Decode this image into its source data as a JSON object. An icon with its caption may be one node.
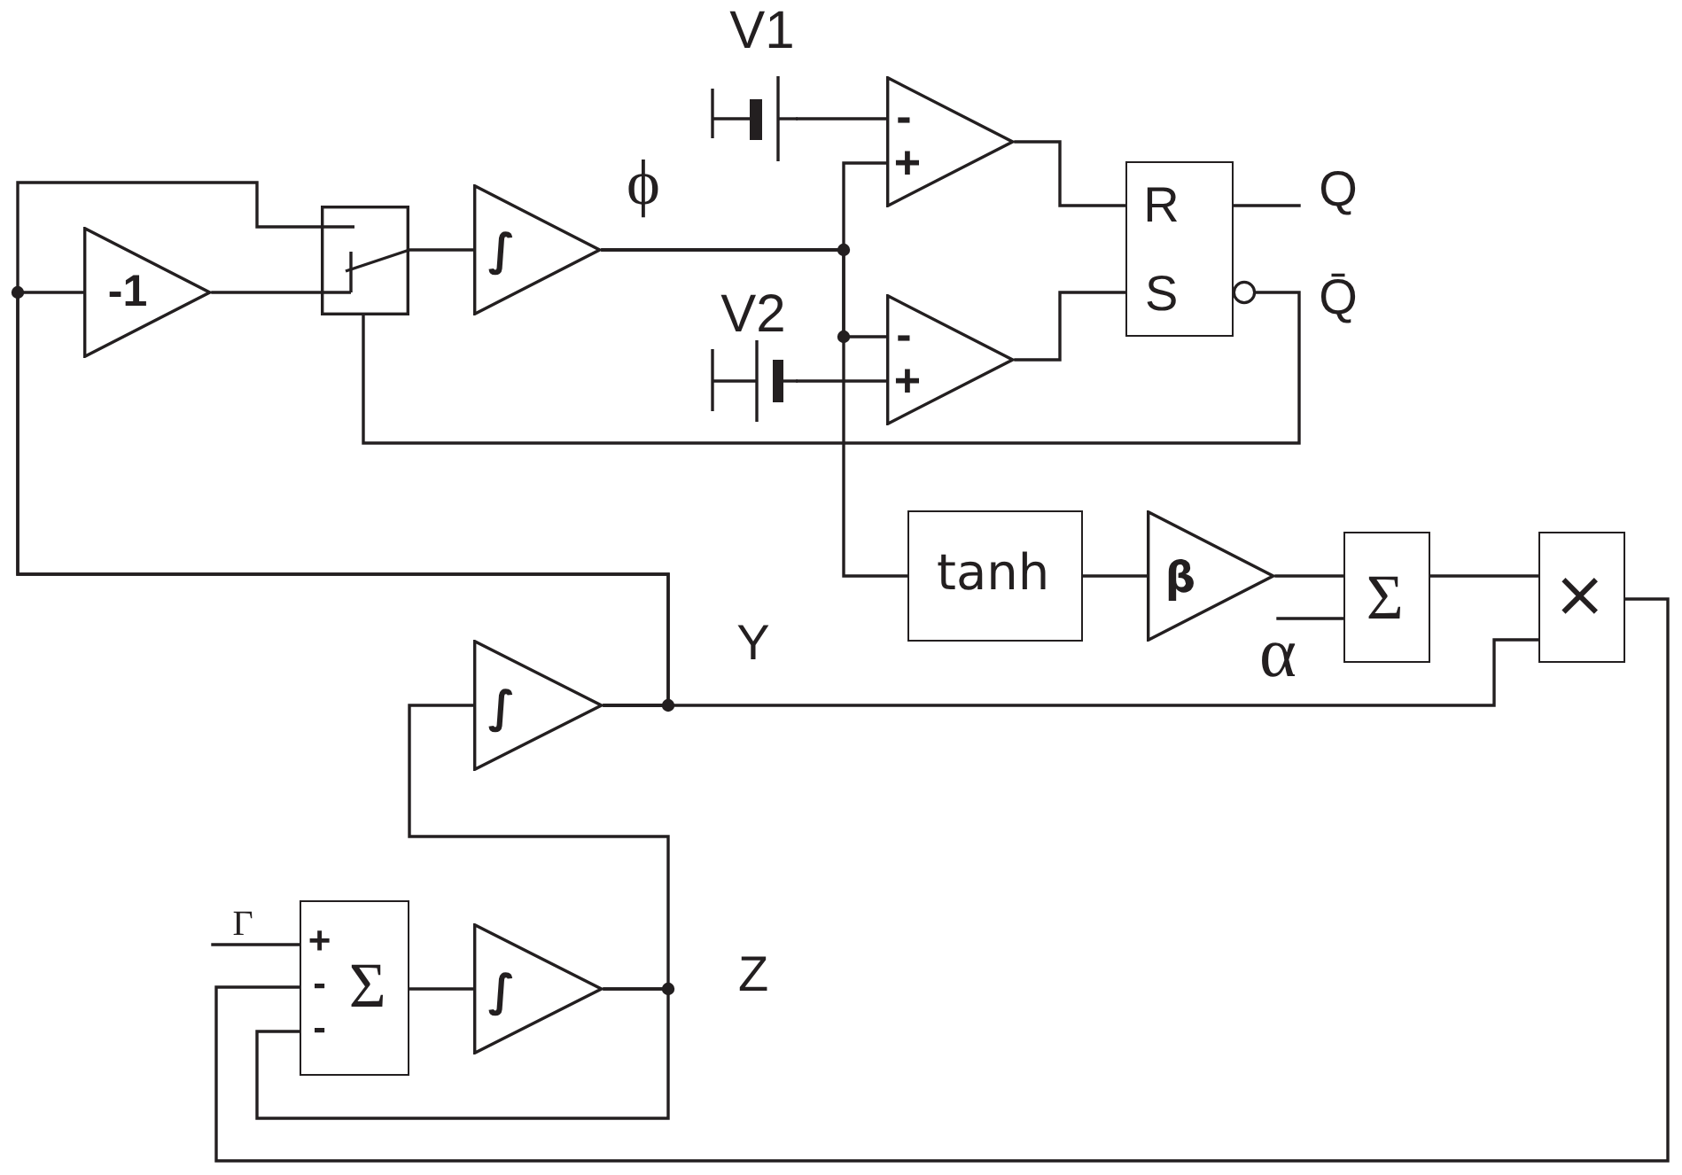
{
  "diagram": {
    "nodes": [
      {
        "text": [
          "V1"
        ]
      },
      {
        "text": [
          "-1"
        ]
      },
      {
        "text": [],
        "shape": "box"
      },
      {
        "text": [
          "∫"
        ]
      },
      {
        "text": [
          "-",
          "+"
        ]
      },
      {
        "text": [
          "R",
          "S"
        ]
      },
      {
        "text": [
          "V2"
        ]
      },
      {
        "text": [
          "-",
          "+"
        ]
      },
      {
        "text": [
          "tanh"
        ]
      },
      {
        "text": [
          "β"
        ]
      },
      {
        "text": [
          "Σ"
        ]
      },
      {
        "text": [
          "×"
        ]
      },
      {
        "text": [
          "∫"
        ]
      },
      {
        "text": [
          "+",
          "-",
          "Σ",
          "-"
        ]
      },
      {
        "text": [
          "∫"
        ]
      }
    ],
    "edges": [
      {
        "from": 12,
        "to": 11,
        "arrow": "none"
      },
      {
        "from": 12,
        "to": 1,
        "arrow": "none"
      },
      {
        "from": 12,
        "to": 2,
        "arrow": "none"
      },
      {
        "from": 1,
        "to": 2,
        "arrow": "none"
      },
      {
        "from": 2,
        "to": 3,
        "arrow": "none"
      },
      {
        "from": 3,
        "to": 4,
        "arrow": "none"
      },
      {
        "from": 3,
        "to": 7,
        "arrow": "none"
      },
      {
        "from": 3,
        "to": 8,
        "arrow": "none"
      },
      {
        "from": 0,
        "to": 4,
        "arrow": "none"
      },
      {
        "from": 6,
        "to": 7,
        "arrow": "none"
      },
      {
        "from": 4,
        "to": 5,
        "arrow": "none"
      },
      {
        "from": 7,
        "to": 5,
        "arrow": "none"
      },
      {
        "from": 5,
        "to": null,
        "arrow": "none"
      },
      {
        "from": 5,
        "to": 2,
        "arrow": "other"
      },
      {
        "from": 8,
        "to": 9,
        "arrow": "none"
      },
      {
        "from": 9,
        "to": 10,
        "arrow": "none"
      },
      {
        "from": null,
        "to": 10,
        "arrow": "none"
      },
      {
        "from": 10,
        "to": 11,
        "arrow": "none"
      },
      {
        "from": 11,
        "to": 13,
        "arrow": "none"
      },
      {
        "from": 14,
        "to": 12,
        "arrow": "none"
      },
      {
        "from": 14,
        "to": 13,
        "arrow": "none"
      },
      {
        "from": null,
        "to": 13,
        "arrow": "none"
      },
      {
        "from": 13,
        "to": 14,
        "arrow": "none"
      }
    ],
    "labels": [
      "ϕ",
      "Q",
      "Q̄",
      "Y",
      "α",
      "Γ",
      "Z"
    ]
  }
}
